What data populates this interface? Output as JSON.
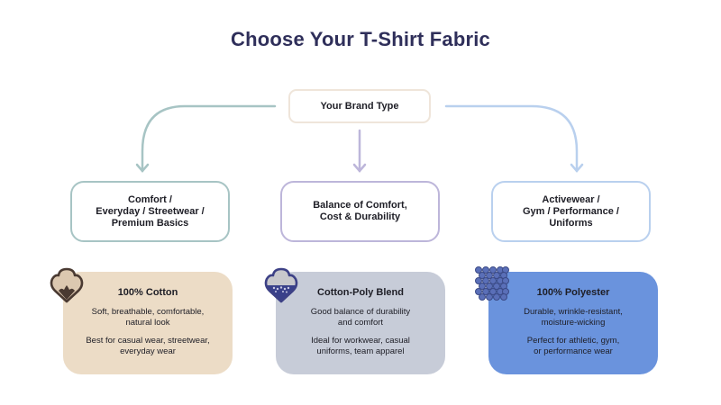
{
  "title": "Choose Your T-Shirt Fabric",
  "root": {
    "label": "Your Brand Type"
  },
  "colors": {
    "title": "#2f2f5a",
    "arrow_left": "#a7c4c4",
    "arrow_center": "#bdb6da",
    "arrow_right": "#b9d0ee",
    "cotton_card": "#ecdcc6",
    "blend_card": "#c7ccd8",
    "polyester_card": "#6a93dd"
  },
  "brand_types": [
    {
      "label": "Comfort /\nEveryday / Streetwear /\nPremium Basics"
    },
    {
      "label": "Balance of Comfort,\nCost & Durability"
    },
    {
      "label": "Activewear /\nGym / Performance /\nUniforms"
    }
  ],
  "fabrics": [
    {
      "icon": "cotton-boll-icon",
      "name": "100% Cotton",
      "desc1": "Soft, breathable, comfortable,\nnatural look",
      "desc2": "Best for casual wear, streetwear,\neveryday wear"
    },
    {
      "icon": "blend-cloud-icon",
      "name": "Cotton-Poly Blend",
      "desc1": "Good balance of durability\nand comfort",
      "desc2": "Ideal for workwear, casual\nuniforms, team apparel"
    },
    {
      "icon": "mesh-fabric-icon",
      "name": "100% Polyester",
      "desc1": "Durable, wrinkle-resistant,\nmoisture-wicking",
      "desc2": "Perfect for athletic, gym,\nor performance wear"
    }
  ]
}
